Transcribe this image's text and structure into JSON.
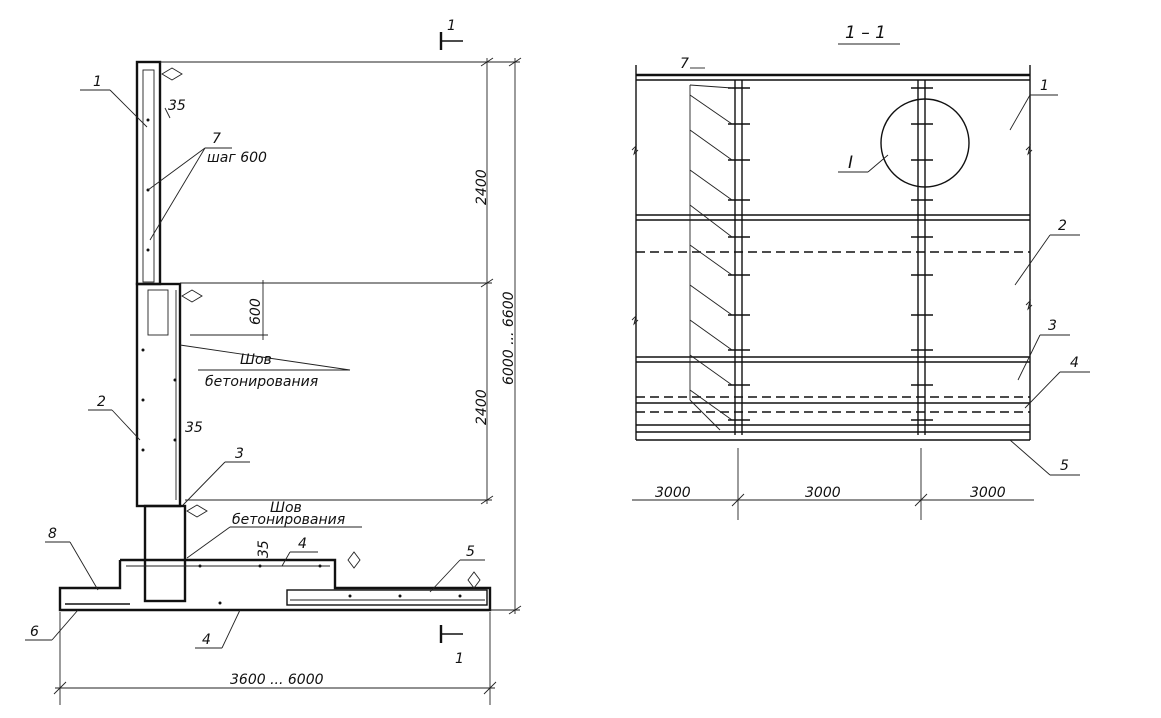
{
  "left_view": {
    "section_mark_top": "1",
    "section_mark_bottom": "1",
    "callouts": {
      "c1": "1",
      "c2": "2",
      "c3": "3",
      "c4_top": "4",
      "c4_bottom": "4",
      "c5": "5",
      "c6": "6",
      "c7": "7",
      "c8": "8"
    },
    "step_note": "шаг 600",
    "cover_top": "35",
    "cover_mid": "35",
    "cover_base": "35",
    "dim_upper": "2400",
    "dim_lower": "2400",
    "dim_overlap": "600",
    "dim_total_height": "6000 ... 6600",
    "dim_base_width": "3600 ... 6000",
    "joint_note_1_line1": "Шов",
    "joint_note_1_line2": "бетонирования",
    "joint_note_2_line1": "Шов",
    "joint_note_2_line2": "бетонирования"
  },
  "right_view": {
    "section_title": "1 – 1",
    "callouts": {
      "c1": "1",
      "c2": "2",
      "c3": "3",
      "c4": "4",
      "c5": "5",
      "c7": "7"
    },
    "detail_mark": "I",
    "dims": [
      "3000",
      "3000",
      "3000"
    ]
  }
}
